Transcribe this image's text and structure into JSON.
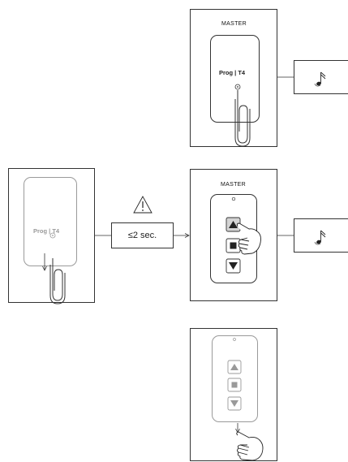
{
  "step1": {
    "master_label": "MASTER",
    "button_label": "Prog | T4"
  },
  "step2": {
    "button_label": "Prog | T4",
    "timing_label": "≤2 sec.",
    "warning_icon": "warning-triangle-icon",
    "master_label": "MASTER"
  },
  "icons": {
    "note": "music-note-icon",
    "paperclip": "paperclip-icon",
    "hand": "pointing-hand-icon"
  }
}
